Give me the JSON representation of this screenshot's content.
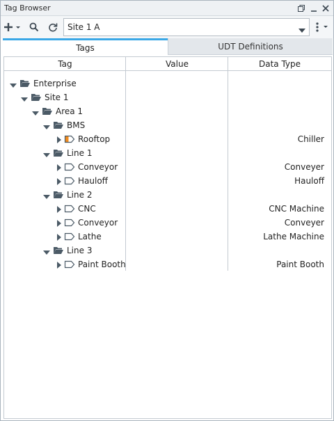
{
  "window": {
    "title": "Tag Browser"
  },
  "toolbar": {
    "provider_selected": "Site 1 A",
    "icons": [
      "add-icon",
      "search-icon",
      "refresh-icon",
      "more-vertical-icon"
    ]
  },
  "tabs": [
    {
      "label": "Tags",
      "active": true
    },
    {
      "label": "UDT Definitions",
      "active": false
    }
  ],
  "columns": {
    "tag": "Tag",
    "value": "Value",
    "data_type": "Data Type"
  },
  "tree": [
    {
      "label": "Enterprise",
      "type": "folder",
      "depth": 0,
      "expanded": true,
      "data_type": ""
    },
    {
      "label": "Site 1",
      "type": "folder",
      "depth": 1,
      "expanded": true,
      "data_type": ""
    },
    {
      "label": "Area 1",
      "type": "folder",
      "depth": 2,
      "expanded": true,
      "data_type": ""
    },
    {
      "label": "BMS",
      "type": "folder",
      "depth": 3,
      "expanded": true,
      "data_type": ""
    },
    {
      "label": "Rooftop",
      "type": "udt-instance-warning",
      "depth": 4,
      "expanded": false,
      "data_type": "Chiller"
    },
    {
      "label": "Line 1",
      "type": "folder",
      "depth": 3,
      "expanded": true,
      "data_type": ""
    },
    {
      "label": "Conveyor",
      "type": "udt-instance",
      "depth": 4,
      "expanded": false,
      "data_type": "Conveyer"
    },
    {
      "label": "Hauloff",
      "type": "udt-instance",
      "depth": 4,
      "expanded": false,
      "data_type": "Hauloff"
    },
    {
      "label": "Line 2",
      "type": "folder",
      "depth": 3,
      "expanded": true,
      "data_type": ""
    },
    {
      "label": "CNC",
      "type": "udt-instance",
      "depth": 4,
      "expanded": false,
      "data_type": "CNC Machine"
    },
    {
      "label": "Conveyor",
      "type": "udt-instance",
      "depth": 4,
      "expanded": false,
      "data_type": "Conveyer"
    },
    {
      "label": "Lathe",
      "type": "udt-instance",
      "depth": 4,
      "expanded": false,
      "data_type": "Lathe Machine"
    },
    {
      "label": "Line 3",
      "type": "folder",
      "depth": 3,
      "expanded": true,
      "data_type": ""
    },
    {
      "label": "Paint Booth",
      "type": "udt-instance",
      "depth": 4,
      "expanded": false,
      "data_type": "Paint Booth"
    }
  ],
  "colors": {
    "accent": "#3aa7e6",
    "icon": "#4b5a66",
    "warning": "#f28c1e"
  }
}
